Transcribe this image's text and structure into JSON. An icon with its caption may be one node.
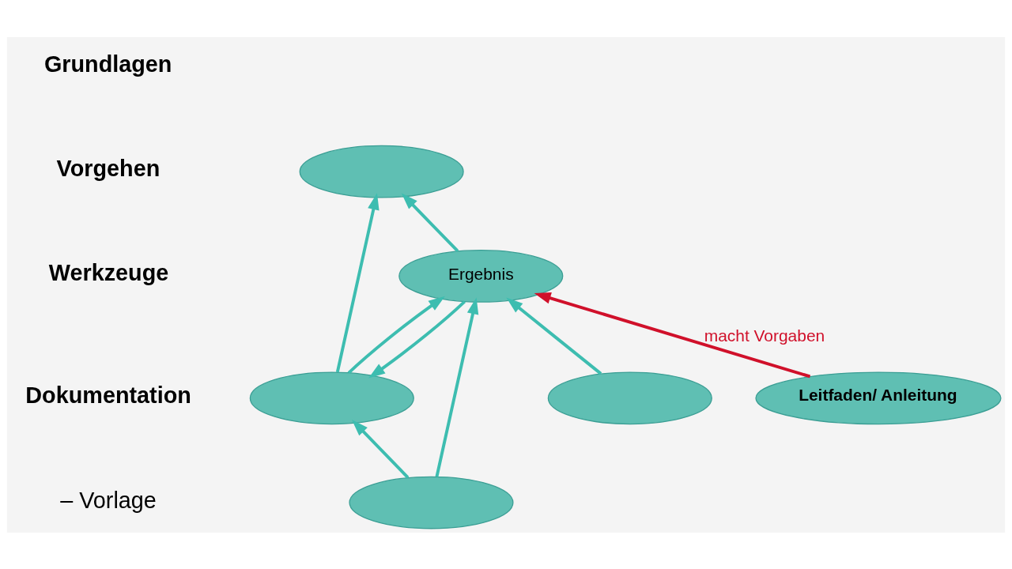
{
  "diagram": {
    "nodes": [
      {
        "text": [],
        "shape": "ellipse"
      },
      {
        "text": [],
        "shape": "ellipse"
      },
      {
        "text": [],
        "shape": "ellipse"
      },
      {
        "text": [
          "Ergebnis"
        ]
      },
      {
        "text": [],
        "shape": "ellipse"
      },
      {
        "text": [
          "Leitfaden/ Anleitung"
        ]
      }
    ],
    "edges": [
      {
        "from": 1,
        "to": 0,
        "arrow": "to"
      },
      {
        "from": 3,
        "to": 0,
        "arrow": "to"
      },
      {
        "from": 2,
        "to": 1,
        "arrow": "to"
      },
      {
        "from": 2,
        "to": 3,
        "arrow": "to"
      },
      {
        "from": 3,
        "to": 1,
        "arrow": "to"
      },
      {
        "from": 1,
        "to": 3,
        "arrow": "to"
      },
      {
        "from": 4,
        "to": 3,
        "arrow": "to"
      },
      {
        "from": 5,
        "to": 3,
        "arrow": "to",
        "label": "macht Vorgaben",
        "color": "#d0102a"
      }
    ],
    "labels": [
      "Grundlagen",
      "Vorgehen",
      "Werkzeuge",
      "Dokumentation",
      "– Vorlage"
    ]
  }
}
